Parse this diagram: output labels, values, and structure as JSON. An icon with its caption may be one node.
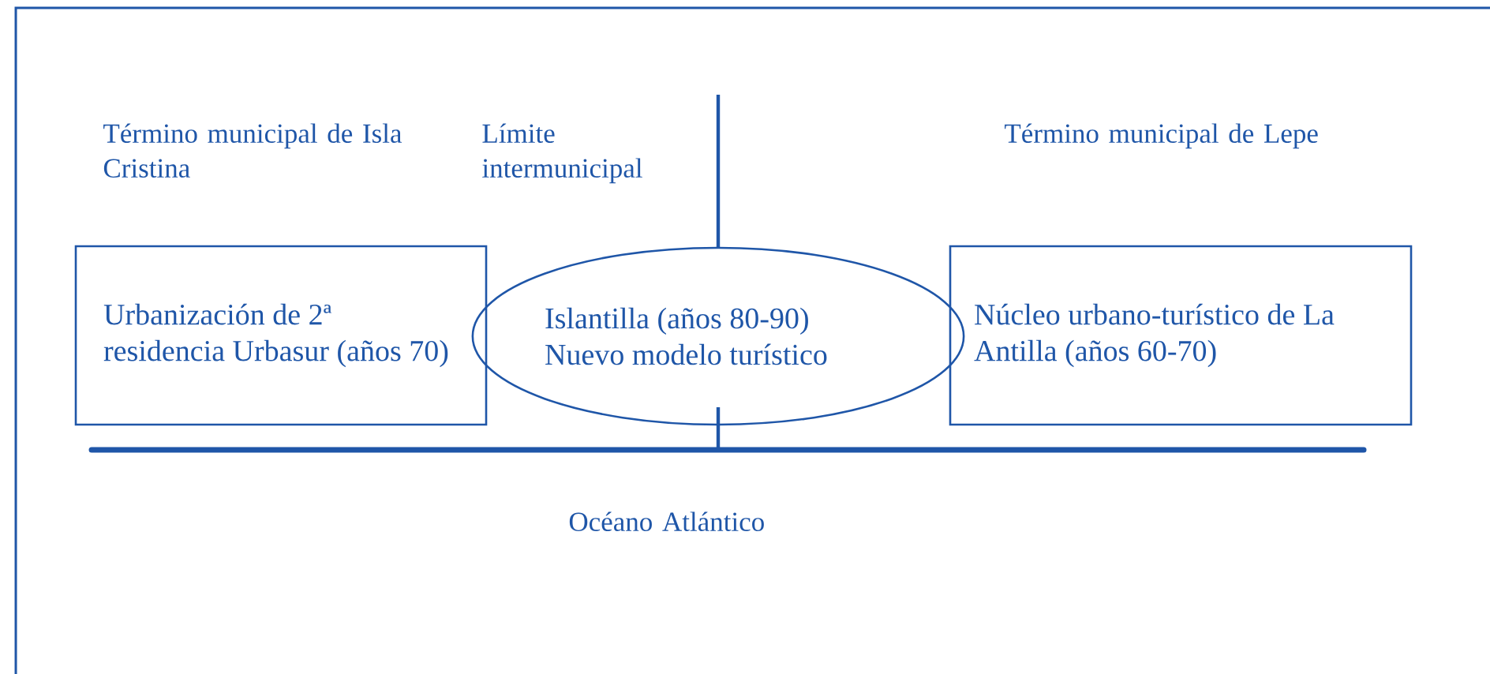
{
  "diagram": {
    "nodes": [
      {
        "text": [
          "Urbanización de 2ª residencia Urbasur (años 70)"
        ]
      },
      {
        "text": [
          "Islantilla (años 80-90) Nuevo modelo turístico"
        ]
      },
      {
        "text": [
          "Núcleo urbano-turístico de La Antilla (años 60-70)"
        ]
      }
    ],
    "labels": [
      "Término municipal de Isla Cristina",
      "Límite intermunicipal",
      "Término municipal de Lepe",
      "Océano Atlántico"
    ]
  }
}
